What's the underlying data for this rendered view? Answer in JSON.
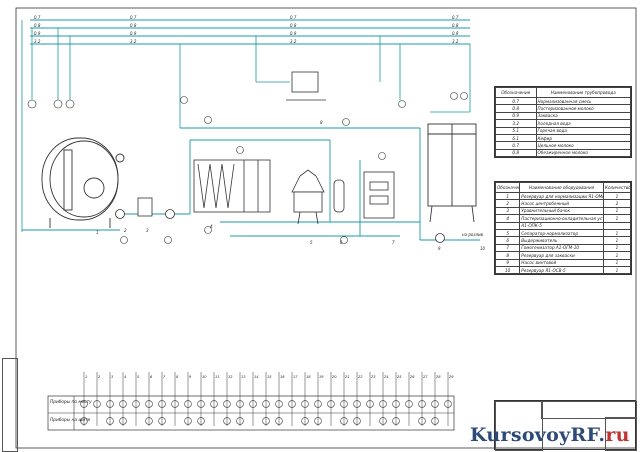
{
  "watermark": {
    "main": "KursovoyRF",
    "dot": ".",
    "tld": "ru"
  },
  "header_lines": [
    "0.7",
    "0.8",
    "0.9",
    "3.2"
  ],
  "pipe_legend": {
    "col_code": "Обозначение",
    "col_name": "Наименование трубопровода",
    "rows": [
      {
        "code": "0.7",
        "name": "Нормализованная смесь"
      },
      {
        "code": "0.8",
        "name": "Пастеризованное молоко"
      },
      {
        "code": "0.9",
        "name": "Закваска"
      },
      {
        "code": "3.2",
        "name": "Холодная вода"
      },
      {
        "code": "5.1",
        "name": "Горячая вода"
      },
      {
        "code": "6.1",
        "name": "Кефир"
      },
      {
        "code": "0.7",
        "name": "Цельное молоко"
      },
      {
        "code": "0.8",
        "name": "Обезжиренное молоко"
      }
    ]
  },
  "equip_legend": {
    "col_code": "Обозначение",
    "col_name": "Наименование оборудования",
    "col_qty": "Количество",
    "rows": [
      {
        "code": "1",
        "name": "Резервуар для нормализации Я1-ОМГ-10",
        "qty": "1"
      },
      {
        "code": "2",
        "name": "Насос центробежный",
        "qty": "2"
      },
      {
        "code": "3",
        "name": "Уравнительный бачок",
        "qty": "1"
      },
      {
        "code": "4",
        "name": "Пастеризационно-охладительная установка",
        "qty": "1"
      },
      {
        "code": "",
        "name": "А1-ОПК-5",
        "qty": ""
      },
      {
        "code": "5",
        "name": "Сепаратор-нормализатор",
        "qty": "1"
      },
      {
        "code": "6",
        "name": "Выдерживатель",
        "qty": "1"
      },
      {
        "code": "7",
        "name": "Гомогенизатор А1-ОГМ-10",
        "qty": "1"
      },
      {
        "code": "8",
        "name": "Резервуар для закваски",
        "qty": "1"
      },
      {
        "code": "9",
        "name": "Насос винтовой",
        "qty": "1"
      },
      {
        "code": "10",
        "name": "Резервуар Я1-ОСВ-5",
        "qty": "1"
      }
    ]
  },
  "equipment_labels": [
    "1",
    "2",
    "3",
    "4",
    "5",
    "6",
    "7",
    "8",
    "9",
    "10"
  ],
  "bottom_rows": {
    "row1": "Приборы по месту",
    "row2": "Приборы на щите"
  },
  "outlet_label": "на розлив",
  "instrument_numbers": [
    "1",
    "2",
    "3",
    "4",
    "5",
    "6",
    "7",
    "8",
    "9",
    "10",
    "11",
    "12",
    "13",
    "14",
    "15",
    "16",
    "17",
    "18",
    "19",
    "20",
    "21",
    "22",
    "23",
    "24",
    "25",
    "26",
    "27",
    "28",
    "29"
  ],
  "colors": {
    "pipe": "#1a9aa6",
    "line": "#222222",
    "equipment": "#333333",
    "watermark": "#2d4a78",
    "watermark_accent": "#c23434"
  }
}
